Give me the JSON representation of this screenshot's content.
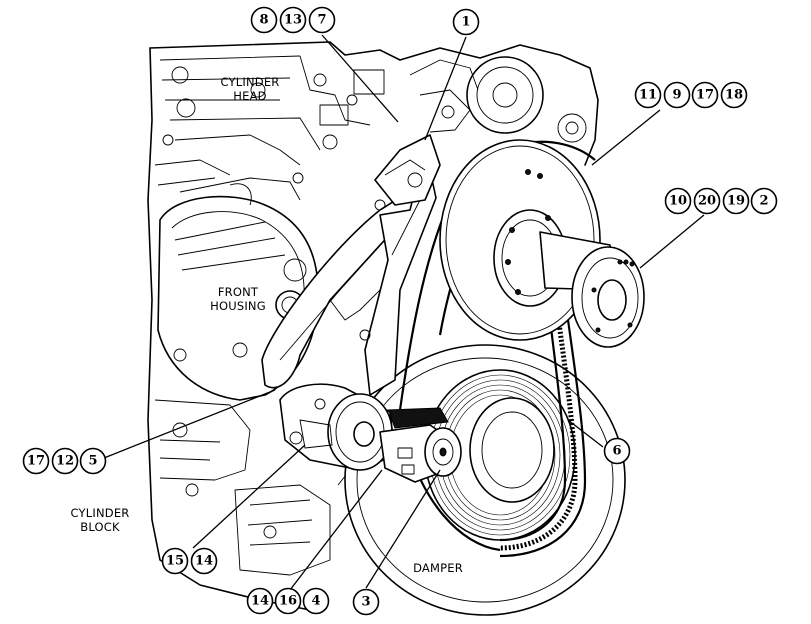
{
  "callouts": [
    {
      "id": "c-8-13-7",
      "numbers": [
        "8",
        "13",
        "7"
      ]
    },
    {
      "id": "c-1",
      "numbers": [
        "1"
      ]
    },
    {
      "id": "c-11-9-17-18",
      "numbers": [
        "11",
        "9",
        "17",
        "18"
      ]
    },
    {
      "id": "c-10-20-19-2",
      "numbers": [
        "10",
        "20",
        "19",
        "2"
      ]
    },
    {
      "id": "c-6",
      "numbers": [
        "6"
      ]
    },
    {
      "id": "c-17-12-5",
      "numbers": [
        "17",
        "12",
        "5"
      ]
    },
    {
      "id": "c-15-14",
      "numbers": [
        "15",
        "14"
      ]
    },
    {
      "id": "c-14-16-4",
      "numbers": [
        "14",
        "16",
        "4"
      ]
    },
    {
      "id": "c-3",
      "numbers": [
        "3"
      ]
    }
  ],
  "labels": {
    "cylinder_head": [
      "CYLINDER",
      "HEAD"
    ],
    "front_housing": [
      "FRONT",
      "HOUSING"
    ],
    "cylinder_block": [
      "CYLINDER",
      "BLOCK"
    ],
    "damper": "DAMPER"
  }
}
